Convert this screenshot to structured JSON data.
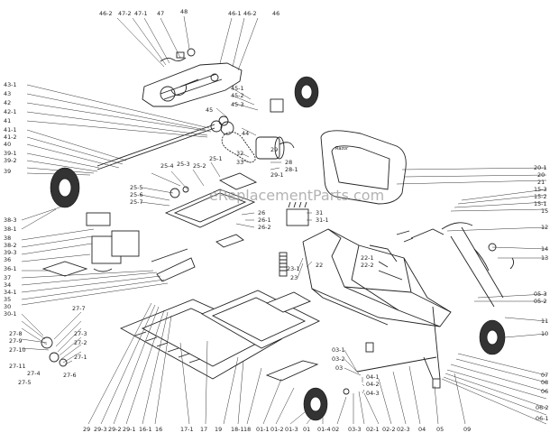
{
  "watermark": "eReplacementParts.com",
  "seat_brand": "Razor",
  "callouts": [
    "46-2",
    "47-2",
    "47-1",
    "47",
    "48",
    "46-1",
    "46-2",
    "46",
    "43-1",
    "43",
    "42",
    "42-1",
    "41",
    "41-1",
    "41-2",
    "40",
    "39-1",
    "39-2",
    "39",
    "45-1",
    "45-2",
    "45",
    "45-3",
    "44",
    "32",
    "33",
    "28",
    "28-1",
    "29",
    "29-1",
    "25-4",
    "25-3",
    "25-2",
    "25-1",
    "25-5",
    "25-6",
    "25-7",
    "26",
    "26-1",
    "26-2",
    "31",
    "31-1",
    "23",
    "23-1",
    "22",
    "22-1",
    "22-2",
    "38-3",
    "38-1",
    "38",
    "38-2",
    "39-3",
    "36",
    "36-1",
    "37",
    "34",
    "34-1",
    "35",
    "30",
    "30-1",
    "27-7",
    "27-8",
    "27-9",
    "27-10",
    "27-11",
    "27-3",
    "27-2",
    "27-1",
    "27-4",
    "27-5",
    "27-6",
    "20-1",
    "20",
    "21",
    "15-3",
    "15-2",
    "15-1",
    "15",
    "12",
    "14",
    "13",
    "05-3",
    "05-2",
    "11",
    "10",
    "07",
    "08",
    "06",
    "06-2",
    "06-1",
    "03-1",
    "03-2",
    "03",
    "04-1",
    "04-2",
    "04-3",
    "29",
    "29-3",
    "29-2",
    "29-1",
    "16-1",
    "16",
    "17-1",
    "17",
    "19",
    "18-1",
    "18",
    "01-1",
    "01-2",
    "01-3",
    "01",
    "01-4",
    "02",
    "03-3",
    "02-1",
    "02-2",
    "02-3",
    "04",
    "05",
    "09"
  ]
}
